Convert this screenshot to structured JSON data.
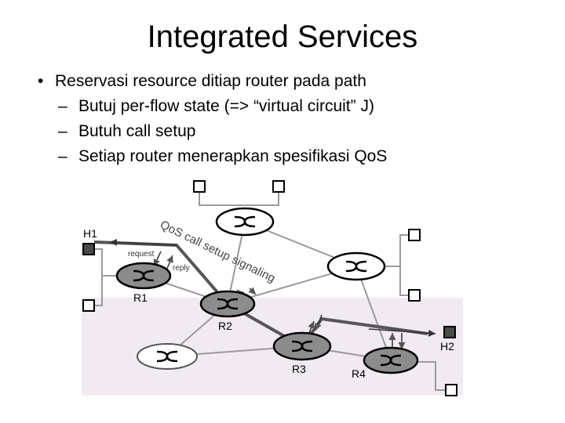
{
  "slide": {
    "title": "Integrated Services",
    "bullet": "Reservasi resource ditiap router pada path",
    "subbullets": [
      "Butuj per-flow state (=> “virtual circuit” J)",
      "Butuh call setup",
      "Setiap router menerapkan spesifikasi QoS"
    ]
  },
  "diagram": {
    "signaling_label": "QoS call setup signaling",
    "request_label": "request",
    "reply_label": "reply",
    "hosts": {
      "h1": "H1",
      "h2": "H2"
    },
    "routers": {
      "r1": "R1",
      "r2": "R2",
      "r3": "R3",
      "r4": "R4"
    }
  },
  "colors": {
    "shaded_region": "#f1eaf1",
    "router_gray": "#8c8c8c",
    "host_dark": "#4a4a4a"
  }
}
